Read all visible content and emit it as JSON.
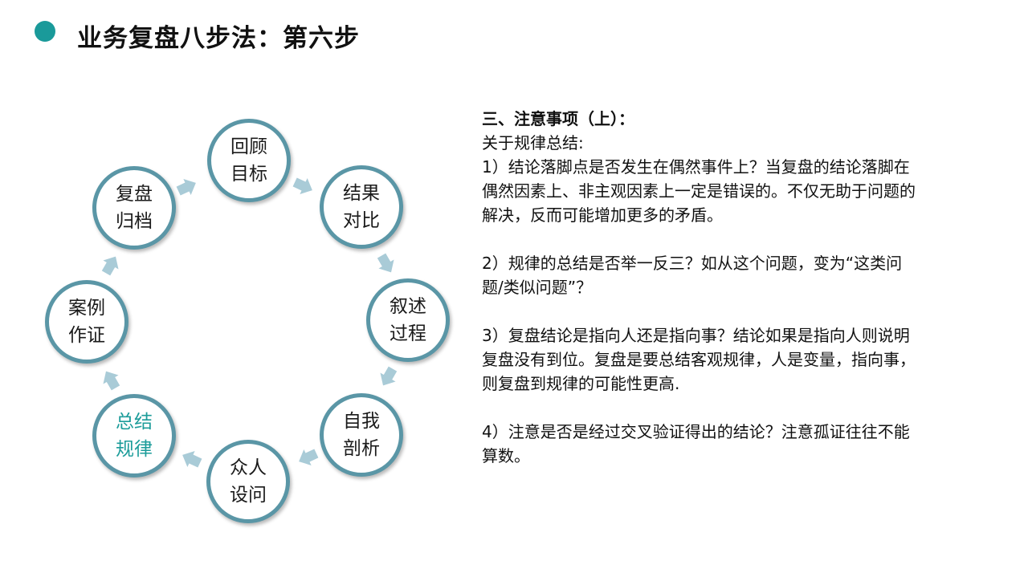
{
  "title": "业务复盘八步法：第六步",
  "cycle": {
    "accent_color": "#1c9c9a",
    "ring_color": "#5a96a6",
    "arrow_color": "#a9cbd7",
    "active_step": 6,
    "steps": [
      {
        "line1": "回顾",
        "line2": "目标"
      },
      {
        "line1": "结果",
        "line2": "对比"
      },
      {
        "line1": "叙述",
        "line2": "过程"
      },
      {
        "line1": "自我",
        "line2": "剖析"
      },
      {
        "line1": "众人",
        "line2": "设问"
      },
      {
        "line1": "总结",
        "line2": "规律"
      },
      {
        "line1": "案例",
        "line2": "作证"
      },
      {
        "line1": "复盘",
        "line2": "归档"
      }
    ]
  },
  "notes": {
    "heading": "三、注意事项（上）：",
    "intro": "关于规律总结:",
    "items": [
      "1）结论落脚点是否发生在偶然事件上？当复盘的结论落脚在偶然因素上、非主观因素上一定是错误的。不仅无助于问题的解决，反而可能增加更多的矛盾。",
      "2）规律的总结是否举一反三？如从这个问题，变为“这类问题/类似问题”？",
      "3）复盘结论是指向人还是指向事？结论如果是指向人则说明复盘没有到位。复盘是要总结客观规律，人是变量，指向事，则复盘到规律的可能性更高.",
      "4）注意是否是经过交叉验证得出的结论？注意孤证往往不能算数。"
    ]
  }
}
